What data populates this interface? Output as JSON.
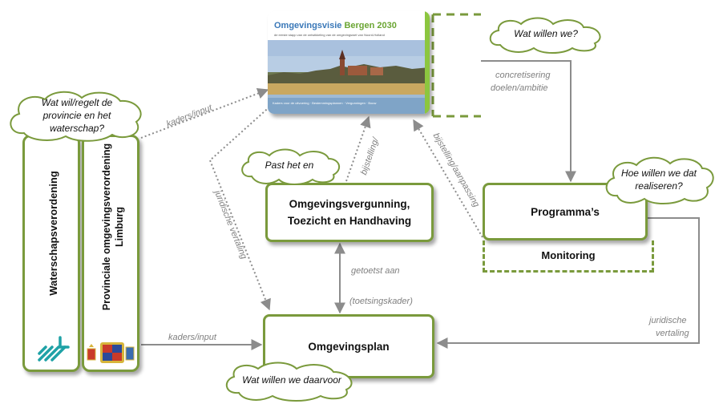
{
  "cover": {
    "title_part1": "Omgevingsvisie",
    "title_part2": "Bergen 2030",
    "subtitle": "de eerste stapp van de ontwikkeling van de omgevingswet van Noord-Holland",
    "footer_text": "Kaders voor de uitvoering · Bestemmingsplannen · Vergunningen · Bouw"
  },
  "boxes": {
    "vergunning": "Omgevingsvergunning,\nToezicht en Handhaving",
    "programmas": "Programma’s",
    "monitoring": "Monitoring",
    "omgevingsplan": "Omgevingsplan",
    "waterschap": "Waterschapsverordening",
    "provinciale": "Provinciale omgevingsverordening Limburg"
  },
  "clouds": {
    "wat_willen": "Wat willen we?",
    "provincie": "Wat wil/regelt de provincie en het waterschap?",
    "past": "Past het en",
    "hoe": "Hoe willen we dat realiseren?",
    "daarvoor": "Wat willen we daarvoor"
  },
  "labels": {
    "kaders_top": "kaders/input",
    "juridisch_left": "juridische vertaling",
    "bijstelling_mid": "bijstelling/",
    "bijstelling_right": "bijstelling/aanpassing",
    "concretisering": "concretisering",
    "doelen": "doelen/ambitie",
    "getoetst": "getoetst aan",
    "toetsingskader": "(toetsingskader)",
    "kaders_bottom": "kaders/input",
    "juridische": "juridische",
    "vertaling": "vertaling"
  },
  "colors": {
    "border_green": "#7a9a3c",
    "arrow_grey": "#8c8c8c",
    "title_blue": "#3a78b8",
    "title_green": "#6aa532",
    "waterschap_teal": "#1fa2a6"
  }
}
